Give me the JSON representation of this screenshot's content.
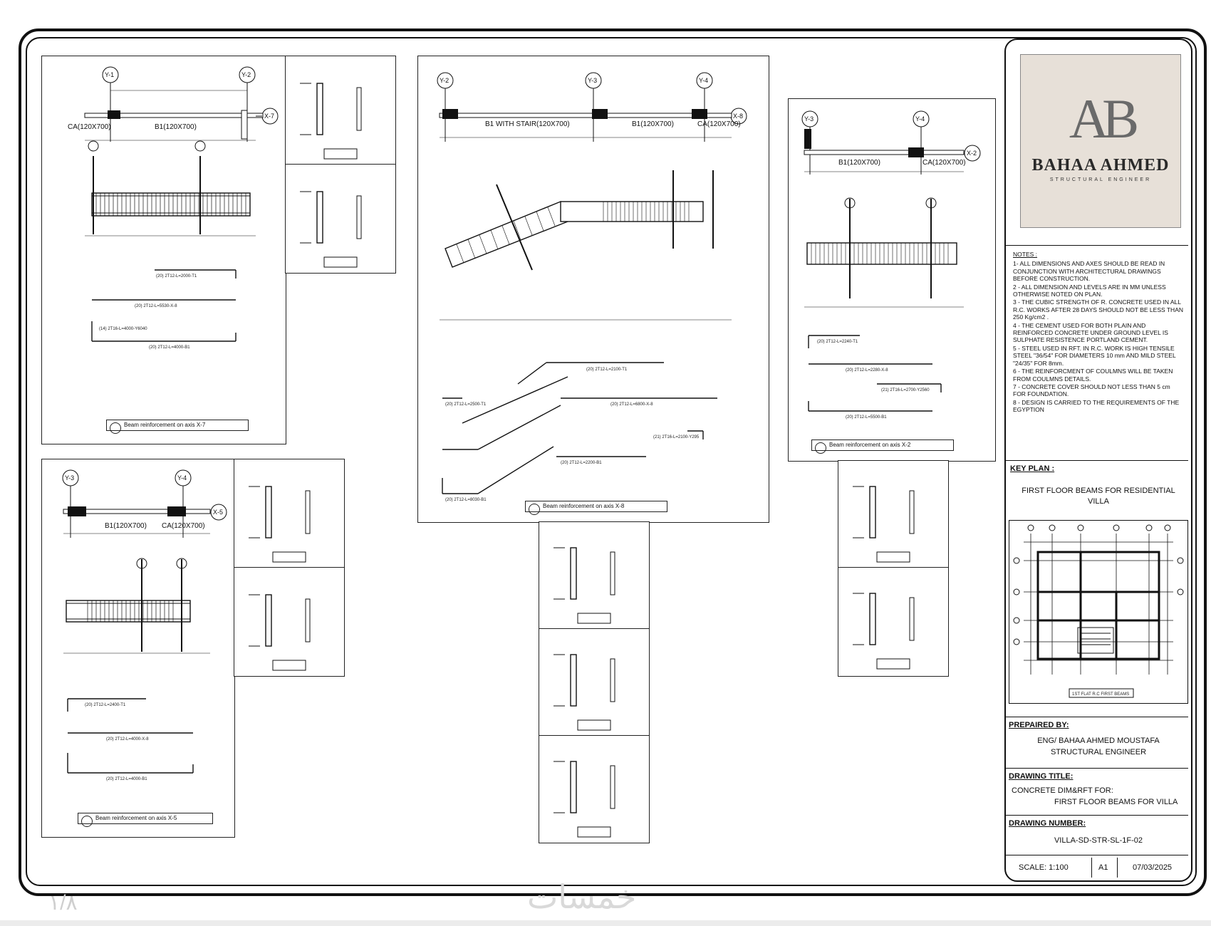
{
  "sheet": {
    "company": {
      "mark": "AB",
      "name": "BAHAA AHMED",
      "subtitle": "STRUCTURAL ENGINEER"
    },
    "notes": {
      "heading": "NOTES :",
      "items": [
        "1- ALL DIMENSIONS AND AXES SHOULD BE READ IN CONJUNCTION WITH ARCHITECTURAL DRAWINGS BEFORE CONSTRUCTION.",
        "2 - ALL DIMENSION AND LEVELS ARE IN MM UNLESS OTHERWISE NOTED ON PLAN.",
        "3 - THE CUBIC STRENGTH OF R. CONCRETE USED IN ALL R.C. WORKS AFTER 28 DAYS SHOULD NOT BE LESS THAN 250 Kg/cm2 .",
        "4 - THE CEMENT USED FOR BOTH PLAIN AND REINFORCED CONCRETE UNDER GROUND LEVEL IS SULPHATE RESISTENCE PORTLAND CEMENT.",
        "5 - STEEL USED IN RFT. IN R.C. WORK IS HIGH TENSILE STEEL \"36/54\" FOR DIAMETERS 10 mm AND MILD STEEL \"24/35\" FOR 8mm.",
        "6 - THE REINFORCMENT OF COULMNS WILL BE TAKEN FROM COULMNS DETAILS.",
        "7 - CONCRETE COVER SHOULD NOT LESS THAN 5 cm FOR FOUNDATION.",
        "8 - DESIGN IS CARRIED TO THE REQUIREMENTS OF THE EGYPTION"
      ]
    },
    "key_plan": {
      "heading": "KEY PLAN :",
      "title": "FIRST FLOOR BEAMS FOR RESIDENTIAL VILLA",
      "caption": "1ST FLAT R.C FIRST BEAMS"
    },
    "prepared_by": {
      "heading": "PREPAIRED BY:",
      "name": "ENG/ BAHAA AHMED MOUSTAFA",
      "role": "STRUCTURAL ENGINEER"
    },
    "drawing_title": {
      "heading": "DRAWING TITLE:",
      "line1": "CONCRETE DIM&RFT FOR:",
      "line2": "FIRST FLOOR BEAMS FOR VILLA"
    },
    "drawing_number": {
      "heading": "DRAWING NUMBER:",
      "value": "VILLA-SD-STR-SL-1F-02"
    },
    "scale": "SCALE: 1:100",
    "size": "A1",
    "date": "07/03/2025"
  },
  "details": {
    "x7": {
      "title": "Beam reinforcement on axis X-7",
      "ax1": "Y-1",
      "ax2": "Y-2",
      "axr": "X-7",
      "left": "CA(120X700)",
      "mid": "B1(120X700)"
    },
    "x5": {
      "title": "Beam reinforcement on axis X-5",
      "ax1": "Y-3",
      "ax2": "Y-4",
      "axr": "X-5",
      "mid": "B1(120X700)",
      "right": "CA(120X700)"
    },
    "x8": {
      "title": "Beam reinforcement on axis X-8",
      "ax1": "Y-2",
      "ax2": "Y-3",
      "ax3": "Y-4",
      "axr": "X-8",
      "mid1": "B1 WITH STAIR(120X700)",
      "mid2": "B1(120X700)",
      "right": "CA(120X700)"
    },
    "x2": {
      "title": "Beam reinforcement on axis X-2",
      "ax1": "Y-3",
      "ax2": "Y-4",
      "axr": "X-2",
      "mid": "B1(120X700)",
      "right": "CA(120X700)"
    }
  },
  "watermark": "خمسات",
  "page_number": "١/٨"
}
